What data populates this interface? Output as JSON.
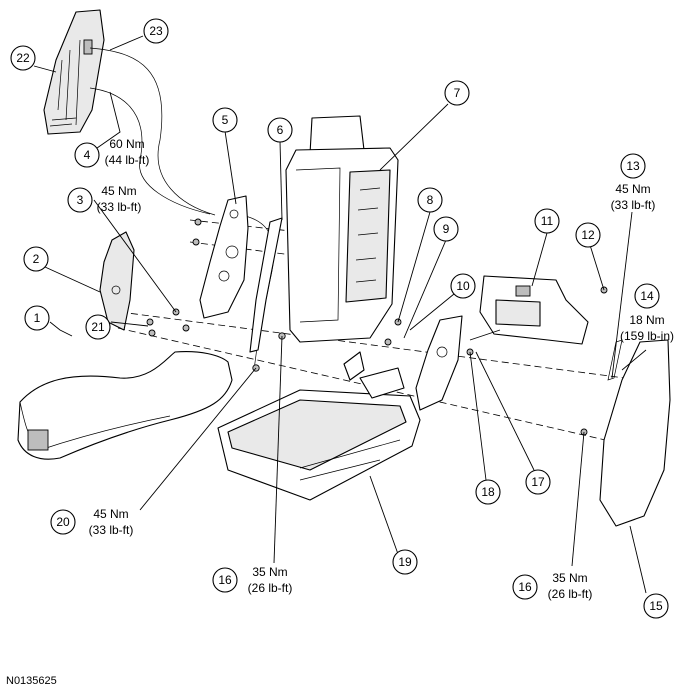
{
  "figure_id": "N0135625",
  "callouts": [
    {
      "number": "1"
    },
    {
      "number": "2"
    },
    {
      "number": "3",
      "torque_nm": "45 Nm",
      "torque_lbft": "(33 lb-ft)"
    },
    {
      "number": "4",
      "torque_nm": "60 Nm",
      "torque_lbft": "(44 lb-ft)"
    },
    {
      "number": "5"
    },
    {
      "number": "6"
    },
    {
      "number": "7"
    },
    {
      "number": "8"
    },
    {
      "number": "9"
    },
    {
      "number": "10"
    },
    {
      "number": "11"
    },
    {
      "number": "12"
    },
    {
      "number": "13",
      "torque_nm": "45 Nm",
      "torque_lbft": "(33 lb-ft)"
    },
    {
      "number": "14",
      "torque_nm": "18 Nm",
      "torque_lbft": "(159 lb-in)"
    },
    {
      "number": "15"
    },
    {
      "number": "16",
      "torque_nm": "35 Nm",
      "torque_lbft": "(26 lb-ft)"
    },
    {
      "number": "16",
      "torque_nm": "35 Nm",
      "torque_lbft": "(26 lb-ft)"
    },
    {
      "number": "17"
    },
    {
      "number": "18"
    },
    {
      "number": "19"
    },
    {
      "number": "20",
      "torque_nm": "45 Nm",
      "torque_lbft": "(33 lb-ft)"
    },
    {
      "number": "21"
    },
    {
      "number": "22"
    },
    {
      "number": "23"
    }
  ]
}
